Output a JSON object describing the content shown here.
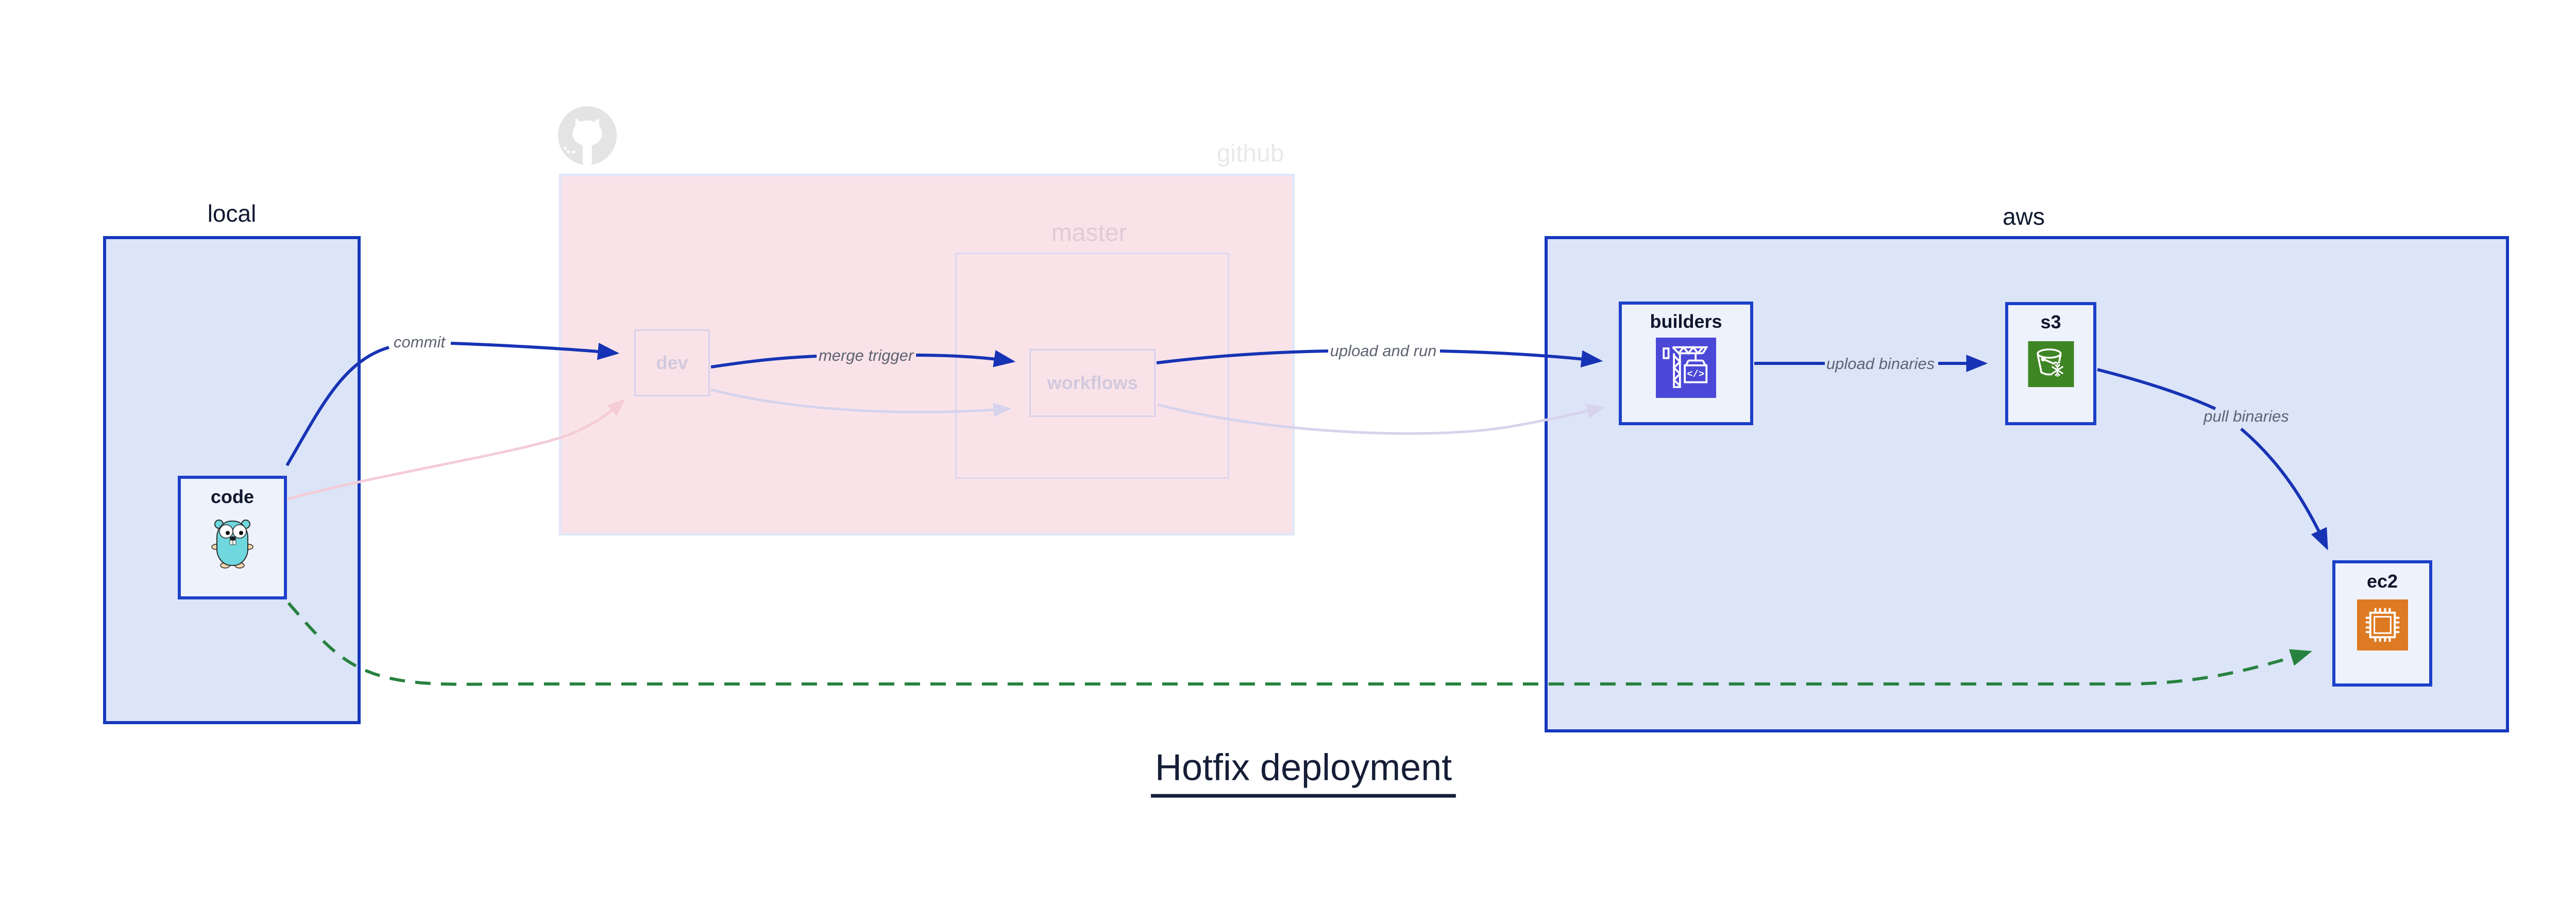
{
  "title": {
    "text": "Hotfix deployment"
  },
  "clusters": {
    "local": {
      "label": "local"
    },
    "github": {
      "label": "github"
    },
    "master": {
      "label": "master"
    },
    "aws": {
      "label": "aws"
    }
  },
  "nodes": {
    "code": {
      "label": "code"
    },
    "dev": {
      "label": "dev"
    },
    "workflows": {
      "label": "workflows"
    },
    "builders": {
      "label": "builders"
    },
    "s3": {
      "label": "s3"
    },
    "ec2": {
      "label": "ec2"
    }
  },
  "edges": {
    "commit": {
      "label": "commit"
    },
    "merge_trigger": {
      "label": "merge trigger"
    },
    "upload_and_run": {
      "label": "upload and run"
    },
    "upload_binaries": {
      "label": "upload binaries"
    },
    "pull_binaries": {
      "label": "pull binaries"
    }
  },
  "icons": {
    "code": "go-gopher-icon",
    "builders": "codebuild-crane-icon",
    "s3": "s3-bucket-icon",
    "ec2": "ec2-chip-icon",
    "github": "github-octocat-icon"
  },
  "colors": {
    "cluster_blue_fill": "#dce4f8",
    "cluster_blue_border": "#1638bd",
    "github_fill": "#f9e3e9",
    "master_border": "#ddd7ee",
    "node_fill": "#eef2fc",
    "node_border": "#1c40c8",
    "active_edge_blue": "#1733b5",
    "hotfix_edge_green": "#27823f",
    "faded_pink_edge": "#f4ccd8",
    "faded_lavender_edge": "#d7d3ed",
    "builders_icon_bg": "#4b48d8",
    "s3_icon_bg": "#3e8523",
    "ec2_icon_bg": "#dd7a23",
    "gopher_teal": "#6fd8df",
    "edge_label_color": "#5d6370",
    "faded_label_color": "#d2c9dd",
    "github_watermark": "#e6e6e6",
    "title_color": "#151d37"
  }
}
